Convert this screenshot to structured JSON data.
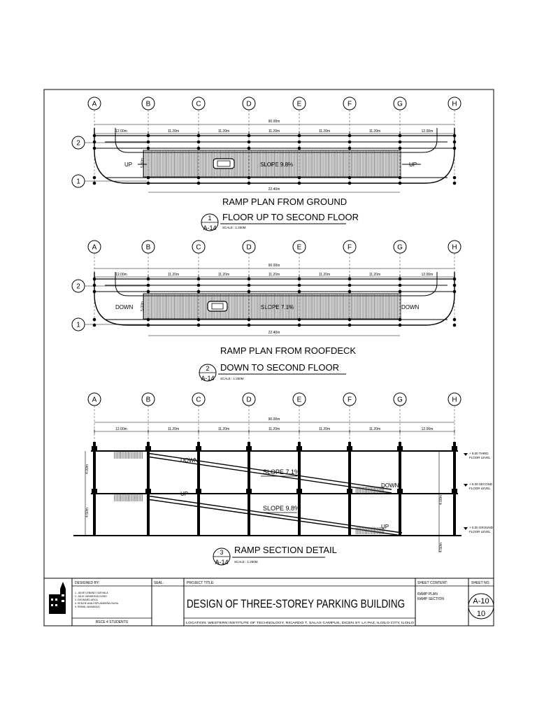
{
  "grid_labels": {
    "columns": [
      "A",
      "B",
      "C",
      "D",
      "E",
      "F",
      "G",
      "H"
    ],
    "rows": [
      "2",
      "1"
    ]
  },
  "plan1": {
    "title_line1": "RAMP PLAN FROM GROUND",
    "title_line2": "FLOOR UP TO SECOND FLOOR",
    "detail_no": "1",
    "sheet_ref": "A-14",
    "scale": "SCALE : 1:250M",
    "overall_dim": "90.00m",
    "span_dims": [
      "12.00m",
      "11.20m",
      "11.20m",
      "11.20m",
      "11.20m",
      "11.20m",
      "12.00m"
    ],
    "bottom_dim": "22.40m",
    "side_dim": "5.00m",
    "slope_label": "SLOPE 9.8%",
    "arrow_left": "UP",
    "arrow_right": "UP"
  },
  "plan2": {
    "title_line1": "RAMP PLAN FROM ROOFDECK",
    "title_line2": "DOWN TO SECOND FLOOR",
    "detail_no": "2",
    "sheet_ref": "A-14",
    "scale": "SCALE : 1:250M",
    "overall_dim": "90.00m",
    "span_dims": [
      "12.00m",
      "11.20m",
      "11.20m",
      "11.20m",
      "11.20m",
      "11.20m",
      "12.00m"
    ],
    "bottom_dim": "22.40m",
    "side_dim": "5.00m",
    "slope_label": "SLOPE 7.1%",
    "arrow_left": "DOWN",
    "arrow_right": "DOWN"
  },
  "section": {
    "title": "RAMP SECTION DETAIL",
    "detail_no": "3",
    "sheet_ref": "A-14",
    "scale": "SCALE : 1:250M",
    "overall_dim": "90.00m",
    "span_dims": [
      "12.00m",
      "11.20m",
      "11.20m",
      "11.20m",
      "11.20m",
      "11.20m",
      "12.00m"
    ],
    "upper_slope": "SLOPE 7.1%",
    "lower_slope": "SLOPE 9.8%",
    "down_label_1": "DOWN",
    "down_label_2": "DOWN",
    "up_label_1": "UP",
    "up_label_2": "UP",
    "left_dim_upper": "4.00m",
    "left_dim_lower": "4.50m",
    "right_dim_upper": "4.00m",
    "right_dim_lower": "4.50m",
    "levels": [
      {
        "line1": "+ 9.00 THIRD",
        "line2": "FLOOR LEVEL"
      },
      {
        "line1": "+ 5.00 SECOND",
        "line2": "FLOOR LEVEL"
      },
      {
        "line1": "+ 0.00 GROUND",
        "line2": "FLOOR LEVEL"
      }
    ]
  },
  "title_block": {
    "designed_by_label": "DESIGNED BY:",
    "designers": [
      "1. JUDIE LEBANO GUEVALA",
      "2. JULIE VANNESSA GOBO",
      "3. DEONARD ARCA",
      "4. KENZIE ANN ESPLANDEÑA ISUSA",
      "5. REMAL MAMASAO"
    ],
    "group": "BSCE 4 STUDENTS",
    "seal_label": "SEAL:",
    "project_title_label": "PROJECT TITLE:",
    "project_title": "DESIGN OF THREE-STOREY PARKING BUILDING",
    "location": "LOCATION: WESTERN INSTITUTE OF TECHNOLOGY, RICARDO T. SALAS CAMPUS, DICEN ST. LA PAZ, ILOILO CITY, ILOILO",
    "sheet_content_label": "SHEET CONTENT:",
    "sheet_content": [
      "RAMP PLAN",
      "RAMP SECTION"
    ],
    "sheet_no_label": "SHEET NO.",
    "sheet_no": "A-10",
    "sheet_count": "10"
  },
  "colors": {
    "ink": "#000000",
    "paper": "#ffffff",
    "hatch": "#333333"
  }
}
